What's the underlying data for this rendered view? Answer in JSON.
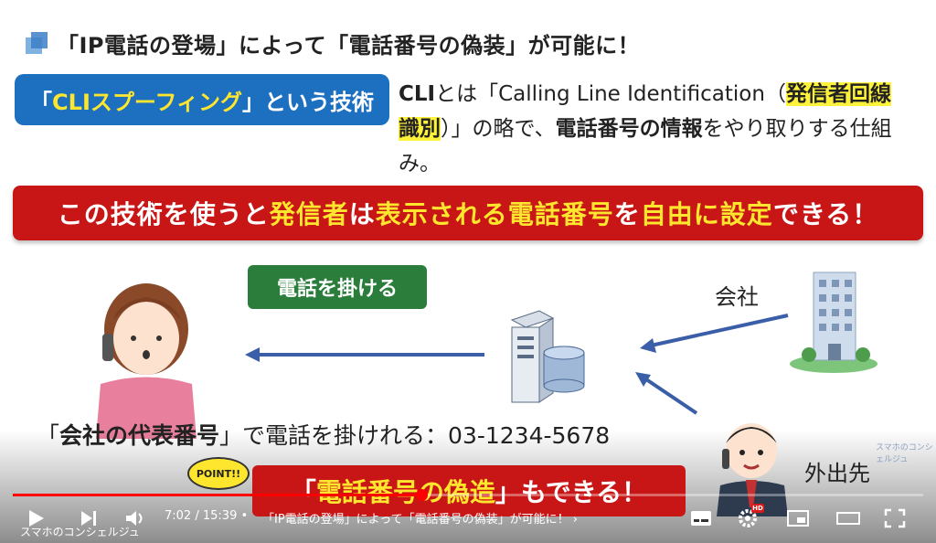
{
  "title": "「IP電話の登場」によって「電話番号の偽装」が可能に！",
  "technique_badge": {
    "pre": "「",
    "highlight": "CLIスプーフィング",
    "post": "」という技術"
  },
  "cli_description": {
    "p1_bold": "CLI",
    "p1_text": "とは「Calling Line Identification（",
    "p1_hl": "発信者回線識別",
    "p1_text2": "）」の略で、",
    "p1_bold2": "電話番号の情報",
    "p1_text3": "をやり取りする仕組み。"
  },
  "main_banner": {
    "a": "この技術を使うと",
    "b": "発信者",
    "c": "は",
    "d": "表示される電話番号",
    "e": "を",
    "f": "自由に設定",
    "g": "できる！"
  },
  "call_button": "電話を掛ける",
  "company_label": "会社",
  "outside_label": "外出先",
  "rep_line": {
    "pre": "「",
    "bold": "会社の代表番号",
    "post": "」で電話を掛けれる：03-1234-5678"
  },
  "fake_banner": {
    "pre": "「",
    "highlight": "電話番号の偽造",
    "post": "」もできる！"
  },
  "point_label": "POINT!!",
  "watermark": "スマホのコンシェルジュ",
  "player": {
    "current_time": "7:02",
    "duration": "15:39",
    "separator": "/",
    "bullet": "•",
    "chapter": "「IP電話の登場」によって「電話番号の偽装」が可能に！",
    "chapter_arrow": "›",
    "progress": 0.449,
    "hd": "HD",
    "logo": "スマホのコンシェルジュ"
  },
  "colors": {
    "accent_red": "#c81616",
    "accent_blue": "#1d6fc0",
    "accent_green": "#2a7d3a",
    "highlight_yellow": "#ffe62e",
    "progress_red": "#ff0000"
  }
}
